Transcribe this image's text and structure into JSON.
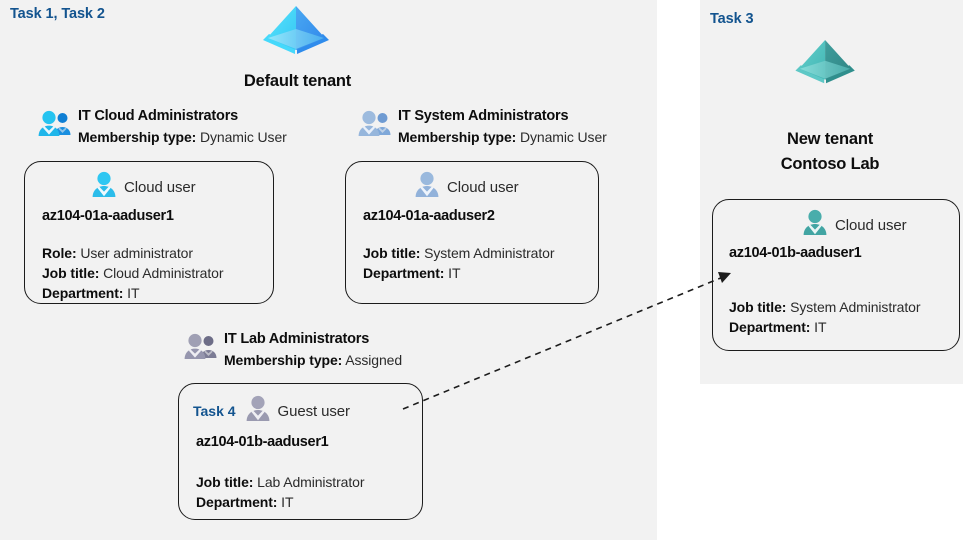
{
  "panels": {
    "left": {
      "task_label": "Task 1, Task 2"
    },
    "right": {
      "task_label": "Task 3"
    }
  },
  "tenants": [
    {
      "id": "default-tenant",
      "icon": "azure-ad-tenant-icon",
      "title": "Default tenant",
      "color": "#3ec6f0"
    },
    {
      "id": "new-tenant",
      "icon": "azure-ad-tenant-icon",
      "title": "New  tenant\nContoso Lab",
      "title_line1": "New  tenant",
      "title_line2": "Contoso Lab",
      "color": "#4bbfbd"
    }
  ],
  "groups": [
    {
      "id": "it-cloud-administrators",
      "icon": "group-users-icon",
      "name": "IT Cloud Administrators",
      "membership_label": "Membership type:",
      "membership_value": "Dynamic User",
      "color": "#15a9e8"
    },
    {
      "id": "it-system-administrators",
      "icon": "group-users-icon",
      "name": "IT System Administrators",
      "membership_label": "Membership type:",
      "membership_value": "Dynamic User",
      "color": "#8aaed8"
    },
    {
      "id": "it-lab-administrators",
      "icon": "group-users-icon",
      "name": "IT Lab Administrators",
      "membership_label": "Membership type:",
      "membership_value": "Assigned",
      "color": "#8d8da8"
    }
  ],
  "cards": [
    {
      "id": "card-aaduser1",
      "task": "",
      "icon": "cloud-user-icon",
      "type_label": "Cloud user",
      "upn": "az104-01a-aaduser1",
      "props": [
        {
          "label": "Role:",
          "value": "User administrator"
        },
        {
          "label": "Job title:",
          "value": "Cloud Administrator"
        },
        {
          "label": "Department:",
          "value": "IT"
        }
      ],
      "icon_color": "#2ec4ef"
    },
    {
      "id": "card-aaduser2",
      "task": "",
      "icon": "cloud-user-icon",
      "type_label": "Cloud user",
      "upn": "az104-01a-aaduser2",
      "props": [
        {
          "label": "Job title:",
          "value": "System Administrator"
        },
        {
          "label": "Department:",
          "value": "IT"
        }
      ],
      "icon_color": "#8aaed8"
    },
    {
      "id": "card-guest-aaduser1",
      "task": "Task 4",
      "icon": "guest-user-icon",
      "type_label": "Guest user",
      "upn": "az104-01b-aaduser1",
      "props": [
        {
          "label": "Job title:",
          "value": "Lab Administrator"
        },
        {
          "label": "Department:",
          "value": "IT"
        }
      ],
      "icon_color": "#9494ab"
    },
    {
      "id": "card-tenantb-aaduser1",
      "task": "",
      "icon": "cloud-user-icon",
      "type_label": "Cloud user",
      "upn": "az104-01b-aaduser1",
      "props": [
        {
          "label": "Job title:",
          "value": "System Administrator"
        },
        {
          "label": "Department:",
          "value": "IT"
        }
      ],
      "icon_color": "#3fa8a5"
    }
  ],
  "connector": {
    "id": "guest-invite-connector",
    "style": "dashed-arrow",
    "from": "card-guest-aaduser1",
    "to": "card-tenantb-aaduser1",
    "color": "#1c1c1c"
  },
  "colors": {
    "panel_background": "#f2f2f2",
    "page_background": "#ffffff",
    "task_accent": "#13548f",
    "text": "#2b2b2b",
    "border": "#1c1c1c"
  }
}
